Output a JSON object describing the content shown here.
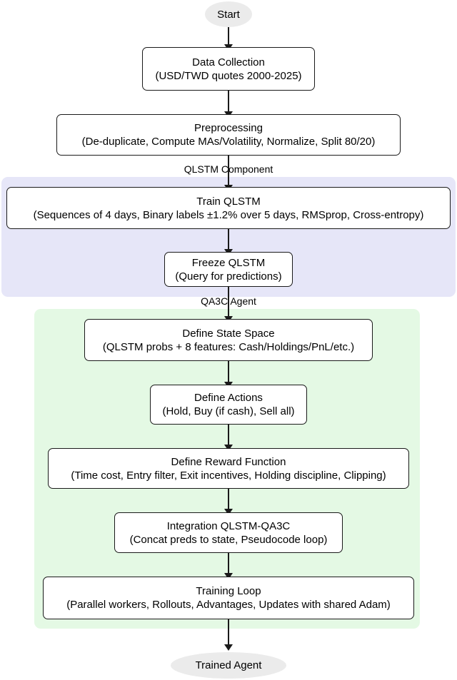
{
  "diagram": {
    "title": "QLSTM-QA3C trading agent training pipeline",
    "colors": {
      "qlstm_subgraph_bg": "#e6e6f8",
      "qa3c_subgraph_bg": "#e4f9e4",
      "terminal_bg": "#ebebeb",
      "node_bg": "#ffffff",
      "node_border": "#1a1a1a",
      "edge": "#1a1a1a",
      "text": "#000000"
    },
    "start": {
      "label": "Start"
    },
    "end": {
      "label": "Trained Agent"
    },
    "edge_labels": [
      {
        "id": "qlstm-component",
        "text": "QLSTM Component"
      },
      {
        "id": "qa3c-agent",
        "text": "QA3C Agent"
      }
    ],
    "subgraphs": [
      {
        "id": "qlstm",
        "label": "QLSTM Component"
      },
      {
        "id": "qa3c",
        "label": "QA3C Agent"
      }
    ],
    "nodes": [
      {
        "id": "data-collection",
        "title": "Data Collection",
        "sub": "(USD/TWD quotes 2000-2025)"
      },
      {
        "id": "preprocessing",
        "title": "Preprocessing",
        "sub": "(De-duplicate, Compute MAs/Volatility, Normalize, Split 80/20)"
      },
      {
        "id": "train-qlstm",
        "title": "Train QLSTM",
        "sub": "(Sequences of 4 days, Binary labels ±1.2% over 5 days, RMSprop, Cross-entropy)"
      },
      {
        "id": "freeze-qlstm",
        "title": "Freeze QLSTM",
        "sub": "(Query for predictions)"
      },
      {
        "id": "define-state-space",
        "title": "Define State Space",
        "sub": "(QLSTM probs + 8 features: Cash/Holdings/PnL/etc.)"
      },
      {
        "id": "define-actions",
        "title": "Define Actions",
        "sub": "(Hold, Buy (if cash), Sell all)"
      },
      {
        "id": "define-reward-function",
        "title": "Define Reward Function",
        "sub": "(Time cost, Entry filter, Exit incentives, Holding discipline, Clipping)"
      },
      {
        "id": "integration-qlstm-qa3c",
        "title": "Integration QLSTM-QA3C",
        "sub": "(Concat preds to state, Pseudocode loop)"
      },
      {
        "id": "training-loop",
        "title": "Training Loop",
        "sub": "(Parallel workers, Rollouts, Advantages, Updates with shared Adam)"
      }
    ]
  }
}
